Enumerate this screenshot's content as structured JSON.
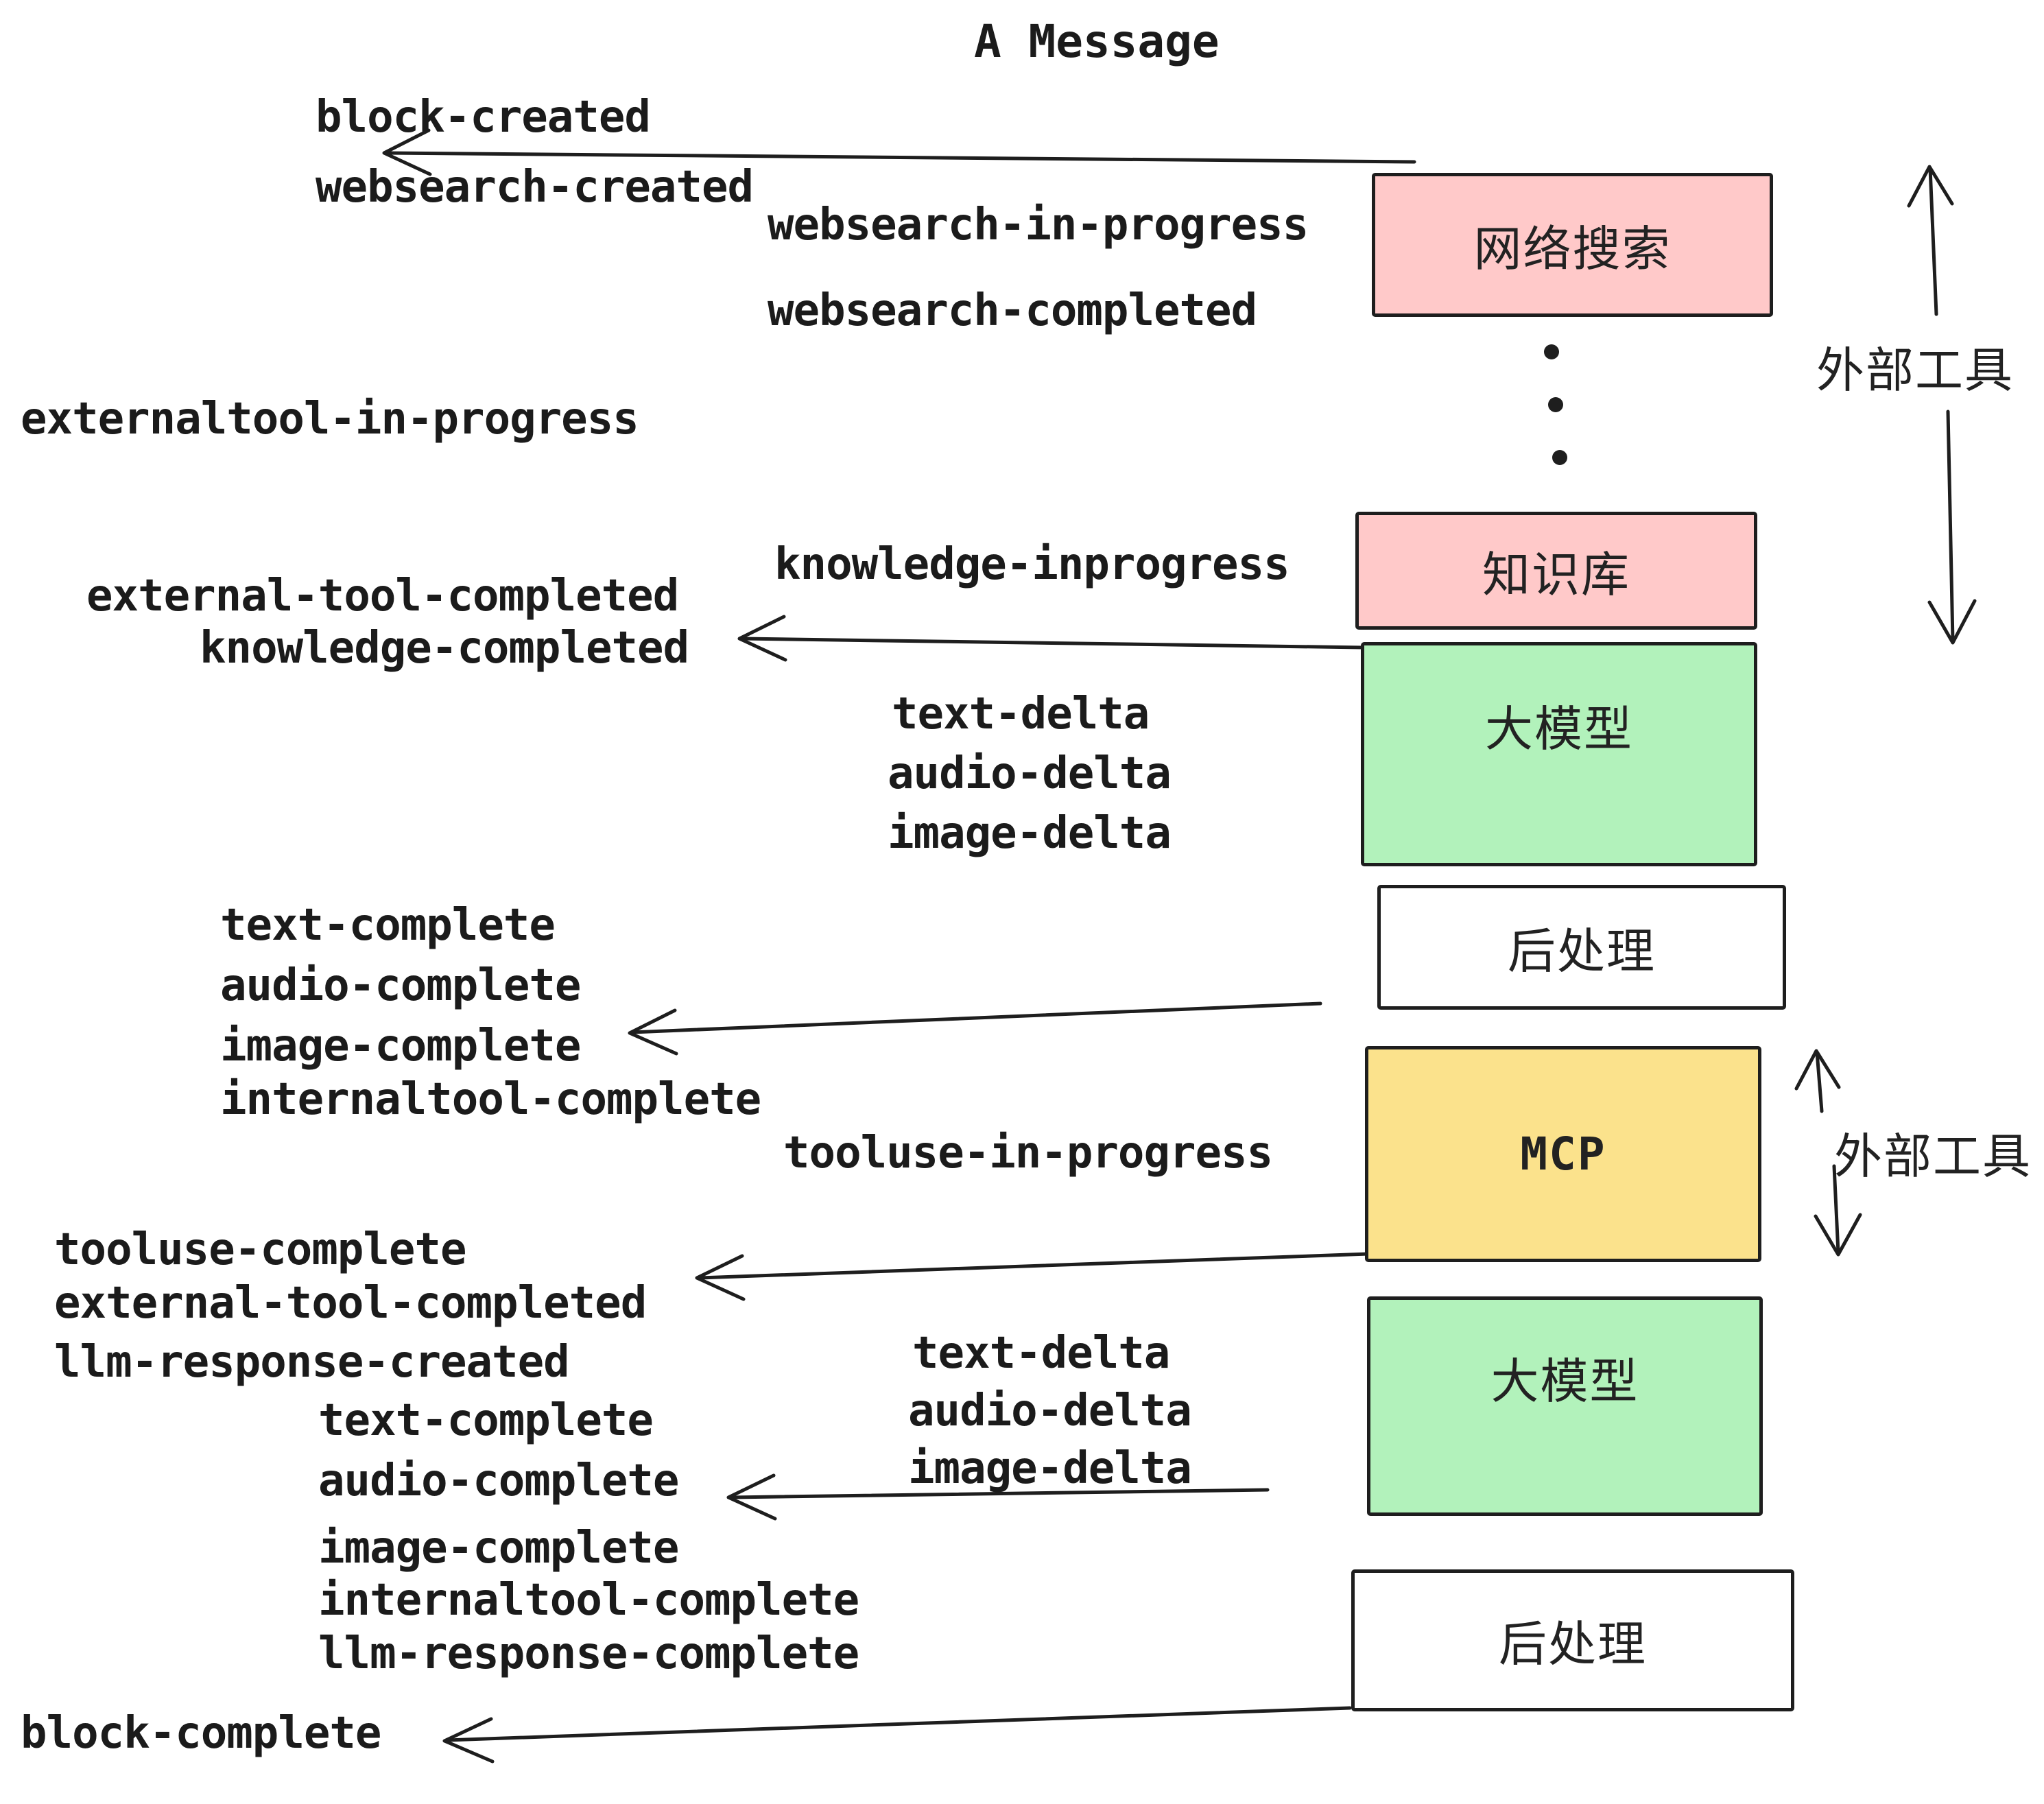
{
  "title": "A Message",
  "colors": {
    "stroke": "#1e1e1e",
    "text": "#1b1b1b",
    "pink_fill": "#ffc9c9",
    "green_fill": "#b2f2bb",
    "yellow_fill": "#fbe28c",
    "white_fill": "#ffffff"
  },
  "events": [
    {
      "id": "block-created",
      "text": "block-created"
    },
    {
      "id": "websearch-created",
      "text": "websearch-created"
    },
    {
      "id": "websearch-in-progress",
      "text": "websearch-in-progress"
    },
    {
      "id": "websearch-completed",
      "text": "websearch-completed"
    },
    {
      "id": "externaltool-in-progress",
      "text": "externaltool-in-progress"
    },
    {
      "id": "knowledge-inprogress",
      "text": "knowledge-inprogress"
    },
    {
      "id": "external-tool-completed-1",
      "text": "external-tool-completed"
    },
    {
      "id": "knowledge-completed",
      "text": "knowledge-completed"
    },
    {
      "id": "text-delta-1",
      "text": "text-delta"
    },
    {
      "id": "audio-delta-1",
      "text": "audio-delta"
    },
    {
      "id": "image-delta-1",
      "text": "image-delta"
    },
    {
      "id": "text-complete-1",
      "text": "text-complete"
    },
    {
      "id": "audio-complete-1",
      "text": "audio-complete"
    },
    {
      "id": "image-complete-1",
      "text": "image-complete"
    },
    {
      "id": "internaltool-complete-1",
      "text": "internaltool-complete"
    },
    {
      "id": "tooluse-in-progress",
      "text": "tooluse-in-progress"
    },
    {
      "id": "tooluse-complete",
      "text": "tooluse-complete"
    },
    {
      "id": "external-tool-completed-2",
      "text": "external-tool-completed"
    },
    {
      "id": "llm-response-created",
      "text": "llm-response-created"
    },
    {
      "id": "text-complete-2",
      "text": "text-complete"
    },
    {
      "id": "audio-complete-2",
      "text": "audio-complete"
    },
    {
      "id": "image-complete-2",
      "text": "image-complete"
    },
    {
      "id": "internaltool-complete-2",
      "text": "internaltool-complete"
    },
    {
      "id": "llm-response-complete",
      "text": "llm-response-complete"
    },
    {
      "id": "block-complete",
      "text": "block-complete"
    },
    {
      "id": "text-delta-2",
      "text": "text-delta"
    },
    {
      "id": "audio-delta-2",
      "text": "audio-delta"
    },
    {
      "id": "image-delta-2",
      "text": "image-delta"
    }
  ],
  "boxes": [
    {
      "id": "websearch",
      "label": "网络搜索",
      "fill": "#ffc9c9"
    },
    {
      "id": "knowledge",
      "label": "知识库",
      "fill": "#ffc9c9"
    },
    {
      "id": "llm-1",
      "label": "大模型",
      "fill": "#b2f2bb"
    },
    {
      "id": "postprocess-1",
      "label": "后处理",
      "fill": "#ffffff"
    },
    {
      "id": "mcp",
      "label": "MCP",
      "fill": "#fbe28c"
    },
    {
      "id": "llm-2",
      "label": "大模型",
      "fill": "#b2f2bb"
    },
    {
      "id": "postprocess-2",
      "label": "后处理",
      "fill": "#ffffff"
    }
  ],
  "side_labels": [
    {
      "id": "external-tools-1",
      "text": "外部工具"
    },
    {
      "id": "external-tools-2",
      "text": "外部工具"
    }
  ]
}
